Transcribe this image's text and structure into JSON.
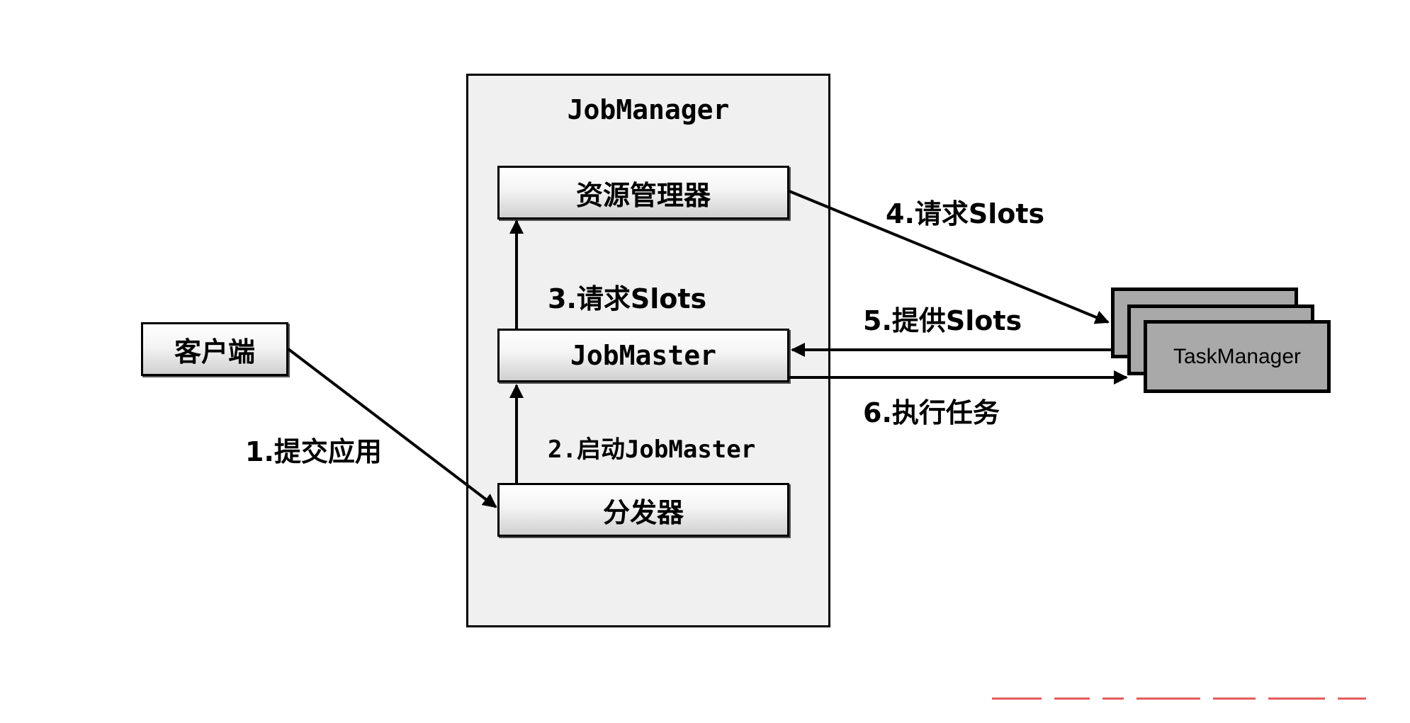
{
  "jobmanager": {
    "title": "JobManager"
  },
  "nodes": {
    "resource_manager": "资源管理器",
    "job_master": "JobMaster",
    "dispatcher": "分发器",
    "client": "客户端",
    "task_manager": "TaskManager"
  },
  "edges": {
    "step1": "1.提交应用",
    "step2_num": "2.",
    "step2_zh": "启动",
    "step2_en": "JobMaster",
    "step3": "3.请求Slots",
    "step4": "4.请求Slots",
    "step5": "5.提供Slots",
    "step6": "6.执行任务"
  },
  "colors": {
    "container_fill": "#f0f0f0",
    "task_manager_fill": "#a9a9a9",
    "watermark": "#e02020"
  }
}
